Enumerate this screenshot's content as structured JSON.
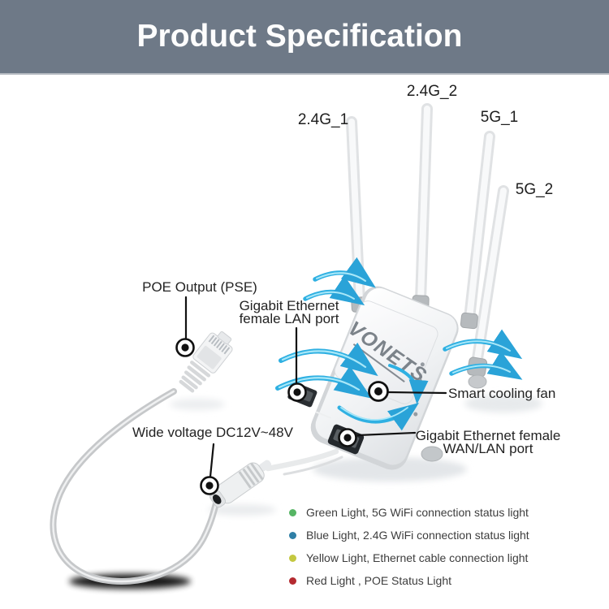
{
  "header": {
    "title": "Product Specification",
    "bg_color": "#6e7987",
    "text_color": "#fdfdfd"
  },
  "device": {
    "brand": "VONETS",
    "type": "wifi-router-repeater-with-4-antennas"
  },
  "antenna_labels": {
    "a1": "2.4G_1",
    "a2": "2.4G_2",
    "a3": "5G_1",
    "a4": "5G_2"
  },
  "callouts": {
    "poe_output": "POE Output (PSE)",
    "lan_line1": "Gigabit Ethernet",
    "lan_line2": "female LAN port",
    "fan": "Smart cooling fan",
    "wan_line1": "Gigabit Ethernet female",
    "wan_line2": "WAN/LAN port",
    "wide_voltage": "Wide voltage DC12V~48V"
  },
  "legend": {
    "items": [
      {
        "color_name": "green",
        "dot_color": "#56b564",
        "text": "Green Light, 5G WiFi connection status light"
      },
      {
        "color_name": "blue",
        "dot_color": "#2f7fa6",
        "text": "Blue Light, 2.4G WiFi connection status light"
      },
      {
        "color_name": "yellow",
        "dot_color": "#c4c840",
        "text": "Yellow Light, Ethernet cable connection light"
      },
      {
        "color_name": "red",
        "dot_color": "#b42a30",
        "text": "Red Light , POE Status Light"
      }
    ]
  },
  "colors": {
    "airflow_accent": "#2fb0e2",
    "callout_line": "#111111"
  }
}
